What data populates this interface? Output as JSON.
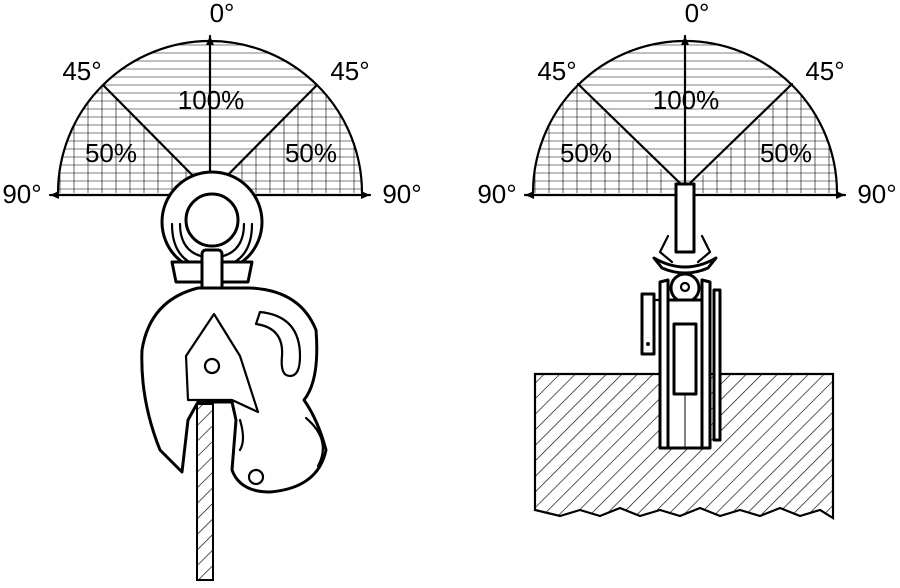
{
  "left_diagram": {
    "angle_top": "0°",
    "angle_left_45": "45°",
    "angle_right_45": "45°",
    "angle_left_90": "90°",
    "angle_right_90": "90°",
    "pct_center": "100%",
    "pct_left": "50%",
    "pct_right": "50%"
  },
  "right_diagram": {
    "angle_top": "0°",
    "angle_left_45": "45°",
    "angle_right_45": "45°",
    "angle_left_90": "90°",
    "angle_right_90": "90°",
    "pct_center": "100%",
    "pct_left": "50%",
    "pct_right": "50%"
  }
}
